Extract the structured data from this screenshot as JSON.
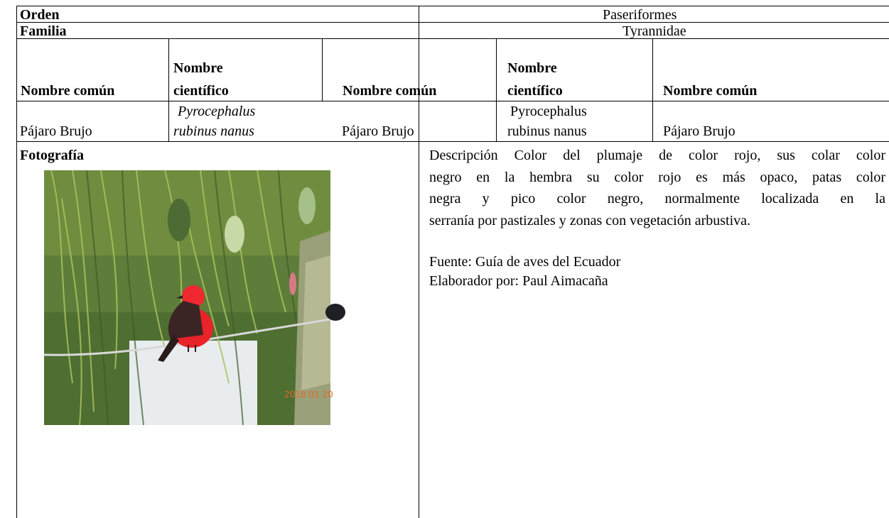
{
  "table": {
    "orden_label": "Orden",
    "orden_value": "Paseriformes",
    "familia_label": "Familia",
    "familia_value": "Tyrannidae",
    "headers": [
      "Nombre común",
      "Nombre",
      "científico",
      "Nombre común",
      "Nombre",
      "científico",
      "Nombre común"
    ],
    "row": {
      "comun_1": "Pájaro Brujo",
      "cientifico_1_a": "Pyrocephalus",
      "cientifico_1_b": "rubinus nanus",
      "comun_2": "Pájaro Brujo",
      "cientifico_2_a": "Pyrocephalus",
      "cientifico_2_b": "rubinus nanus",
      "comun_3": "Pájaro Brujo"
    },
    "foto_label": "Fotografía",
    "photo_date": "2018 01 20",
    "description_lines": [
      "Descripción Color del plumaje de color rojo, sus colar color",
      "negro en la hembra su color rojo es más opaco, patas color",
      "negra y pico color negro, normalmente localizada en la",
      "serranía por pastizales y zonas con vegetación arbustiva."
    ],
    "fuente": "Fuente: Guía de aves del Ecuador",
    "elaborador": "Elaborador por: Paul Aimacaña"
  }
}
